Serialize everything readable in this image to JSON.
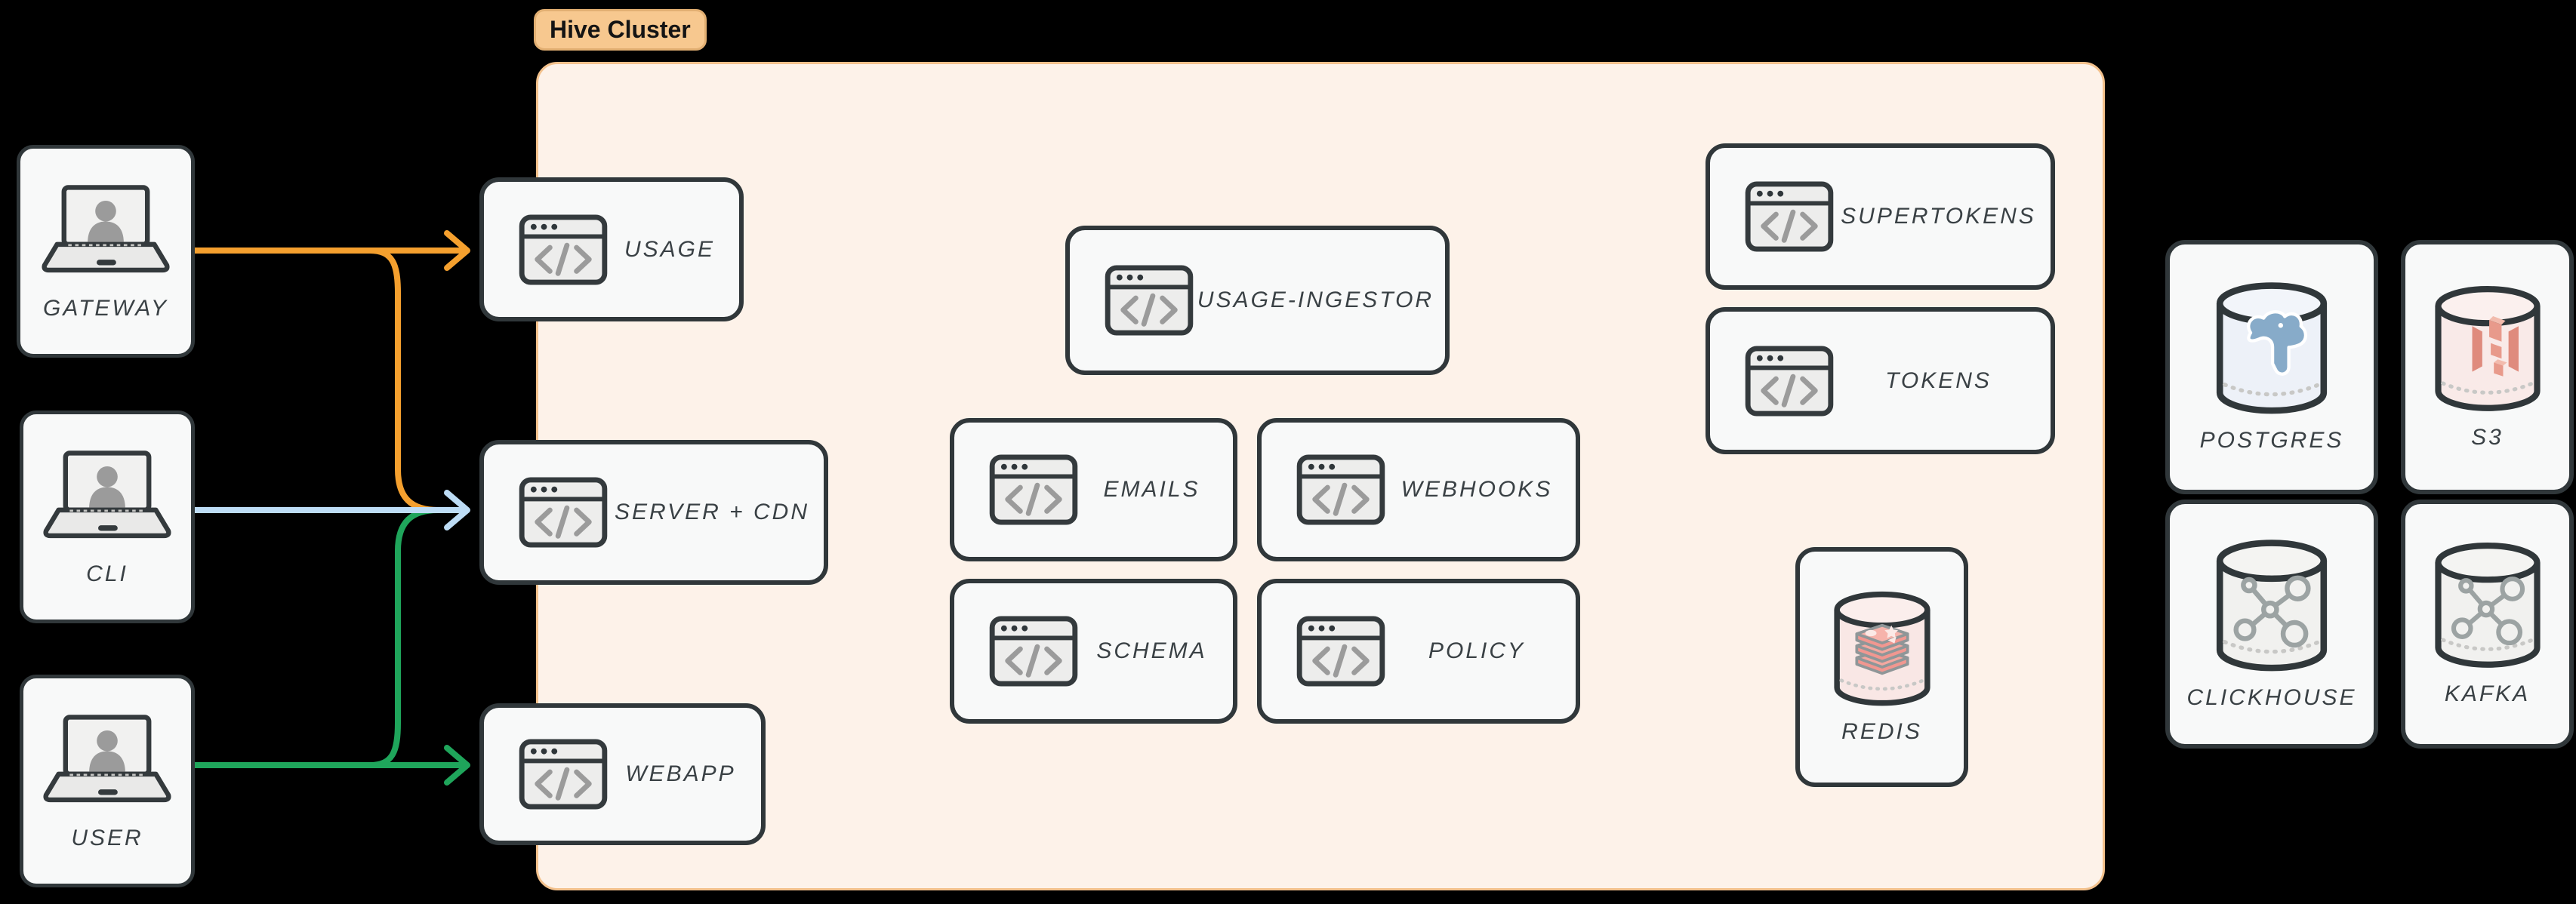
{
  "cluster": {
    "label": "Hive Cluster"
  },
  "clients": [
    {
      "id": "gateway",
      "label": "GATEWAY",
      "icon": "laptop-icon"
    },
    {
      "id": "cli",
      "label": "CLI",
      "icon": "laptop-icon"
    },
    {
      "id": "user",
      "label": "USER",
      "icon": "laptop-icon"
    }
  ],
  "services": [
    {
      "id": "usage",
      "label": "USAGE",
      "icon": "code-window-icon"
    },
    {
      "id": "server-cdn",
      "label": "SERVER + CDN",
      "icon": "code-window-icon"
    },
    {
      "id": "webapp",
      "label": "WEBAPP",
      "icon": "code-window-icon"
    },
    {
      "id": "usage-ingestor",
      "label": "USAGE-INGESTOR",
      "icon": "code-window-icon"
    },
    {
      "id": "emails",
      "label": "EMAILS",
      "icon": "code-window-icon"
    },
    {
      "id": "webhooks",
      "label": "WEBHOOKS",
      "icon": "code-window-icon"
    },
    {
      "id": "schema",
      "label": "SCHEMA",
      "icon": "code-window-icon"
    },
    {
      "id": "policy",
      "label": "POLICY",
      "icon": "code-window-icon"
    },
    {
      "id": "supertokens",
      "label": "SUPERTOKENS",
      "icon": "code-window-icon"
    },
    {
      "id": "tokens",
      "label": "TOKENS",
      "icon": "code-window-icon"
    }
  ],
  "datastores": [
    {
      "id": "redis",
      "label": "REDIS",
      "icon": "redis-database-icon"
    },
    {
      "id": "postgres",
      "label": "POSTGRES",
      "icon": "postgres-database-icon"
    },
    {
      "id": "s3",
      "label": "S3",
      "icon": "s3-database-icon"
    },
    {
      "id": "clickhouse",
      "label": "CLICKHOUSE",
      "icon": "clickhouse-database-icon"
    },
    {
      "id": "kafka",
      "label": "KAFKA",
      "icon": "kafka-database-icon"
    }
  ],
  "edges": [
    {
      "from": "GATEWAY",
      "to": "USAGE",
      "color": "#F5A02E"
    },
    {
      "from": "GATEWAY",
      "to": "SERVER + CDN",
      "color": "#F5A02E"
    },
    {
      "from": "CLI",
      "to": "SERVER + CDN",
      "color": "#BDDCF5"
    },
    {
      "from": "USER",
      "to": "SERVER + CDN",
      "color": "#1FA55B"
    },
    {
      "from": "USER",
      "to": "WEBAPP",
      "color": "#1FA55B"
    }
  ],
  "colors": {
    "background": "#000000",
    "node_fill": "#F8F9F9",
    "node_border": "#30373A",
    "cluster_fill": "#FDF2E9",
    "cluster_border": "#F3C18C",
    "cluster_label_bg": "#F7C88F",
    "arrow_orange": "#F5A02E",
    "arrow_blue": "#BDDCF5",
    "arrow_green": "#1FA55B",
    "label_text": "#3A4145"
  }
}
